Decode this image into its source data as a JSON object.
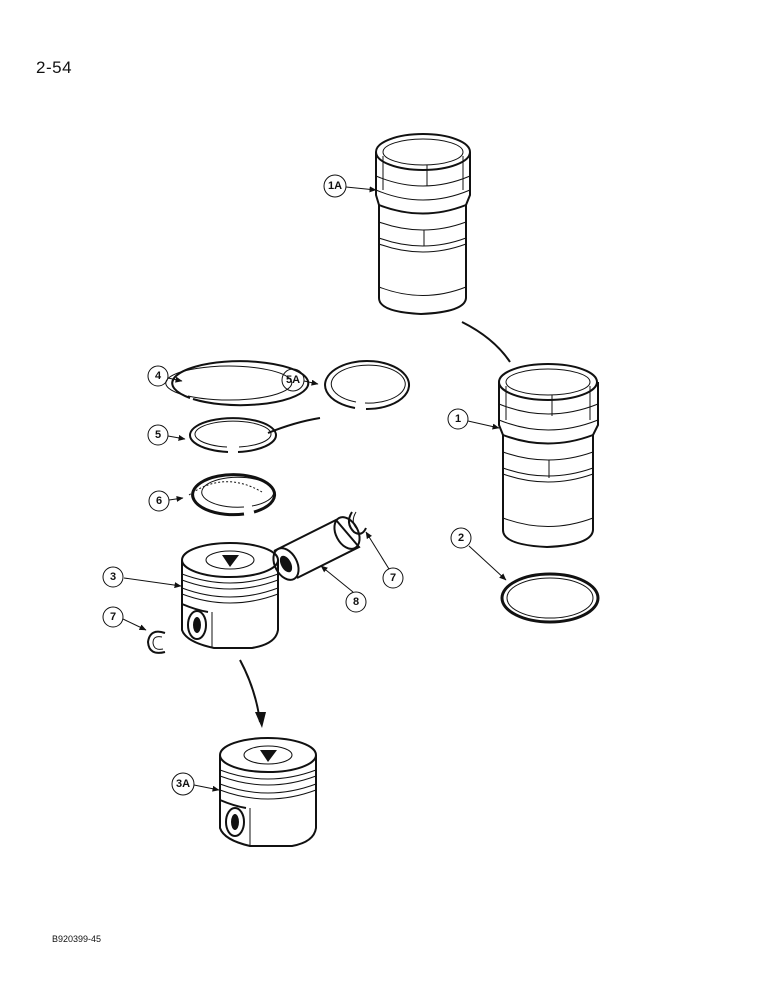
{
  "page": {
    "number": "2-54",
    "figure_code": "B920399-45"
  },
  "callouts": {
    "liner_1a": "1A",
    "liner_1": "1",
    "o_ring_2": "2",
    "piston_3": "3",
    "piston_3a": "3A",
    "ring_4": "4",
    "ring_5": "5",
    "ring_5a": "5A",
    "ring_6": "6",
    "retainer_7_left": "7",
    "retainer_7_right": "7",
    "pin_8": "8"
  }
}
